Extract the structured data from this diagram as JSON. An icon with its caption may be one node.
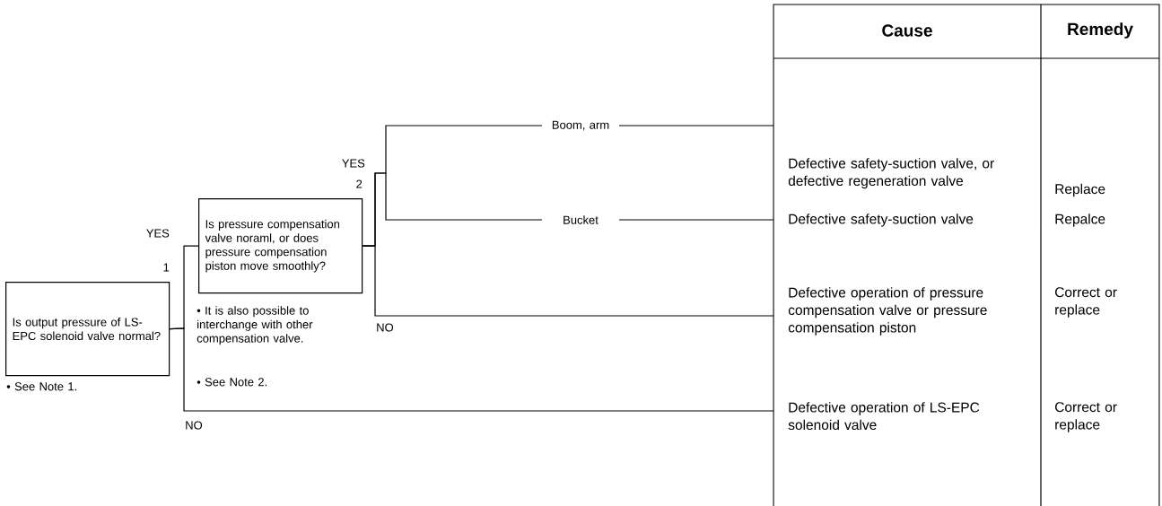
{
  "diagram": {
    "nodes": [
      {
        "text": [
          "Is output pressure of LS-EPC solenoid valve normal?"
        ],
        "beside": [
          "1",
          "• See Note 1."
        ]
      },
      {
        "text": [
          "Is pressure compensation valve noraml, or does pressure compensation piston move smoothly?"
        ],
        "beside": [
          "2",
          "• It is also possible to interchange with other compensation valve.",
          "• See Note 2."
        ]
      },
      {
        "text": [
          "Defective safety-suction valve, or defective regeneration valve",
          "Replace"
        ]
      },
      {
        "text": [
          "Defective safety-suction valve",
          "Repalce"
        ]
      },
      {
        "text": [
          "Defective operation of pressure compensation valve or pressure compensation piston",
          "Correct or replace"
        ]
      },
      {
        "text": [
          "Defective operation of LS-EPC solenoid valve",
          "Correct or replace"
        ]
      }
    ],
    "edges": [
      {
        "from": 0,
        "to": 1,
        "arrow": "none",
        "label": "YES"
      },
      {
        "from": 0,
        "to": 5,
        "arrow": "none",
        "label": "NO"
      },
      {
        "from": 1,
        "to": 2,
        "arrow": "none",
        "label": "Boom, arm"
      },
      {
        "from": 1,
        "to": 3,
        "arrow": "none",
        "label": "Bucket"
      },
      {
        "from": 1,
        "to": 4,
        "arrow": "none",
        "label": "NO"
      }
    ],
    "labels": [
      "Cause",
      "Remedy",
      "YES"
    ]
  }
}
